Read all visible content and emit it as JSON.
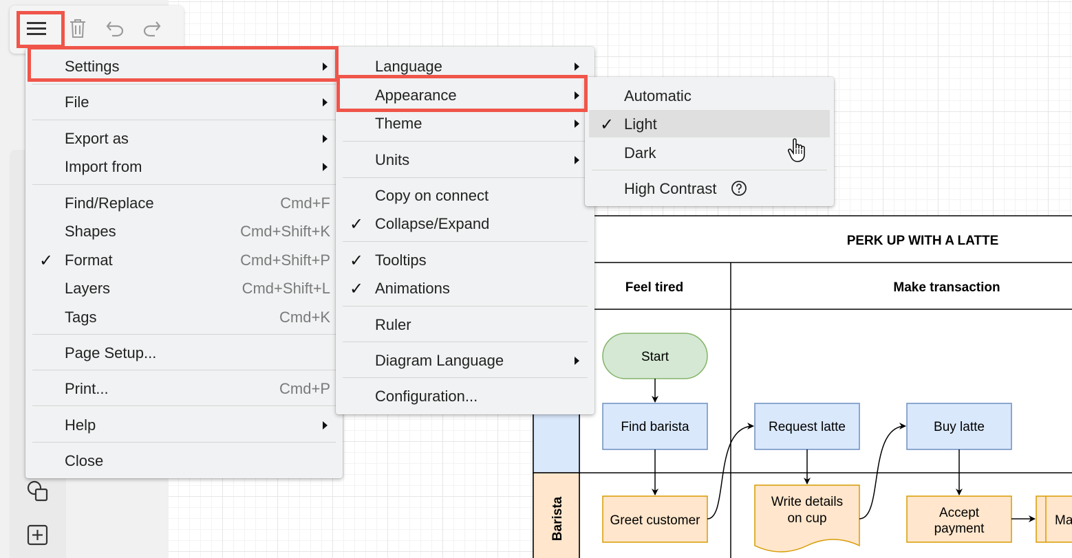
{
  "toolbar": {
    "menu_icon": "hamburger-menu-icon",
    "delete_icon": "trash-icon",
    "undo_icon": "undo-icon",
    "redo_icon": "redo-icon"
  },
  "main_menu": {
    "settings": "Settings",
    "file": "File",
    "export_as": "Export as",
    "import_from": "Import from",
    "find_replace": "Find/Replace",
    "find_replace_sc": "Cmd+F",
    "shapes": "Shapes",
    "shapes_sc": "Cmd+Shift+K",
    "format": "Format",
    "format_sc": "Cmd+Shift+P",
    "layers": "Layers",
    "layers_sc": "Cmd+Shift+L",
    "tags": "Tags",
    "tags_sc": "Cmd+K",
    "page_setup": "Page Setup...",
    "print": "Print...",
    "print_sc": "Cmd+P",
    "help": "Help",
    "close": "Close"
  },
  "settings_menu": {
    "language": "Language",
    "appearance": "Appearance",
    "theme": "Theme",
    "units": "Units",
    "copy_on_connect": "Copy on connect",
    "collapse_expand": "Collapse/Expand",
    "tooltips": "Tooltips",
    "animations": "Animations",
    "ruler": "Ruler",
    "diagram_language": "Diagram Language",
    "configuration": "Configuration..."
  },
  "appearance_menu": {
    "automatic": "Automatic",
    "light": "Light",
    "dark": "Dark",
    "high_contrast": "High Contrast",
    "help_icon": "question-circle-icon"
  },
  "checkmark": "✓",
  "diagram": {
    "title": "PERK UP WITH A LATTE",
    "col_feel_tired": "Feel tired",
    "col_make_transaction": "Make transaction",
    "lane_barista": "Barista",
    "start": "Start",
    "find_barista": "Find barista",
    "request_latte": "Request latte",
    "buy_latte": "Buy latte",
    "greet_customer": "Greet customer",
    "write_details_1": "Write details",
    "write_details_2": "on cup",
    "accept_payment_1": "Accept",
    "accept_payment_2": "payment",
    "partial_label": "Ma"
  },
  "colors": {
    "highlight": "#f0554a",
    "start_fill": "#d5e8d4",
    "start_stroke": "#82b366",
    "blue_fill": "#dae8fc",
    "blue_stroke": "#6c8ebf",
    "orange_fill": "#ffe6cc",
    "orange_stroke": "#d79b00"
  }
}
